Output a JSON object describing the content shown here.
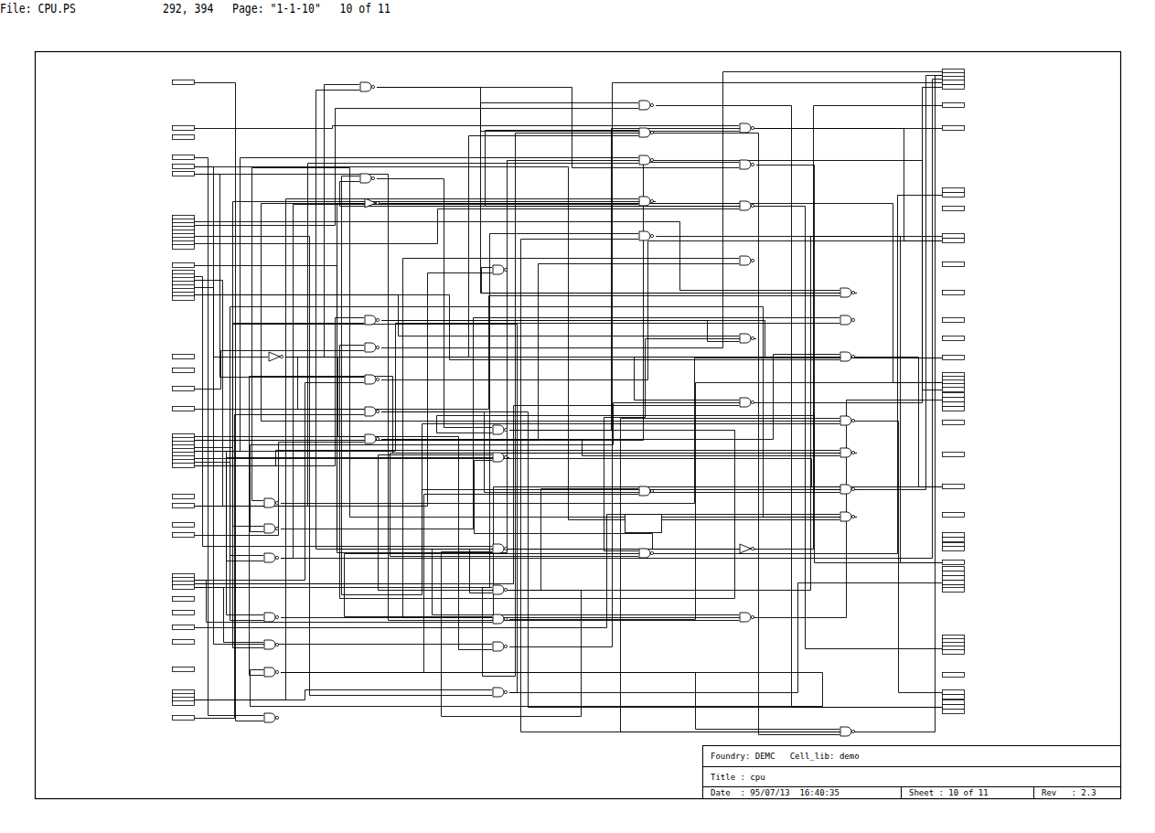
{
  "diagram": {
    "nodes": [
      {
        "text": [
          "Foundry: DEMC   Cell_lib: demo"
        ]
      },
      {
        "text": [
          "Title : cpu"
        ]
      },
      {
        "text": [
          "Date  : 95/07/13  16:40:35"
        ]
      },
      {
        "text": [
          "Sheet : 10 of 11"
        ]
      },
      {
        "text": [
          "Rev   : 2.3"
        ]
      }
    ],
    "labels": [
      "File: CPU.PS",
      "292, 394   Page: \"1-1-10\"   10 of 11"
    ]
  }
}
